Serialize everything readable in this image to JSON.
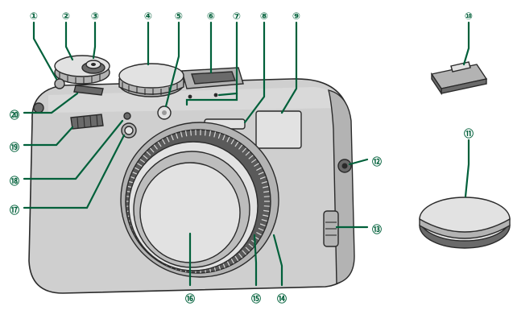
{
  "callouts": [
    {
      "id": 1,
      "label": "①"
    },
    {
      "id": 2,
      "label": "②"
    },
    {
      "id": 3,
      "label": "③"
    },
    {
      "id": 4,
      "label": "④"
    },
    {
      "id": 5,
      "label": "⑤"
    },
    {
      "id": 6,
      "label": "⑥"
    },
    {
      "id": 7,
      "label": "⑦"
    },
    {
      "id": 8,
      "label": "⑧"
    },
    {
      "id": 9,
      "label": "⑨"
    },
    {
      "id": 10,
      "label": "⑩"
    },
    {
      "id": 11,
      "label": "⑪"
    },
    {
      "id": 12,
      "label": "⑫"
    },
    {
      "id": 13,
      "label": "⑬"
    },
    {
      "id": 14,
      "label": "⑭"
    },
    {
      "id": 15,
      "label": "⑮"
    },
    {
      "id": 16,
      "label": "⑯"
    },
    {
      "id": 17,
      "label": "⑰"
    },
    {
      "id": 18,
      "label": "⑱"
    },
    {
      "id": 19,
      "label": "⑲"
    },
    {
      "id": 20,
      "label": "⑳"
    }
  ],
  "colors": {
    "callout": "#00603a",
    "body": "#cfcfcf",
    "outline": "#2a2a2a"
  },
  "icons": [
    "camera-body-illustration",
    "hot-shoe-cover-illustration",
    "lens-cap-illustration"
  ]
}
